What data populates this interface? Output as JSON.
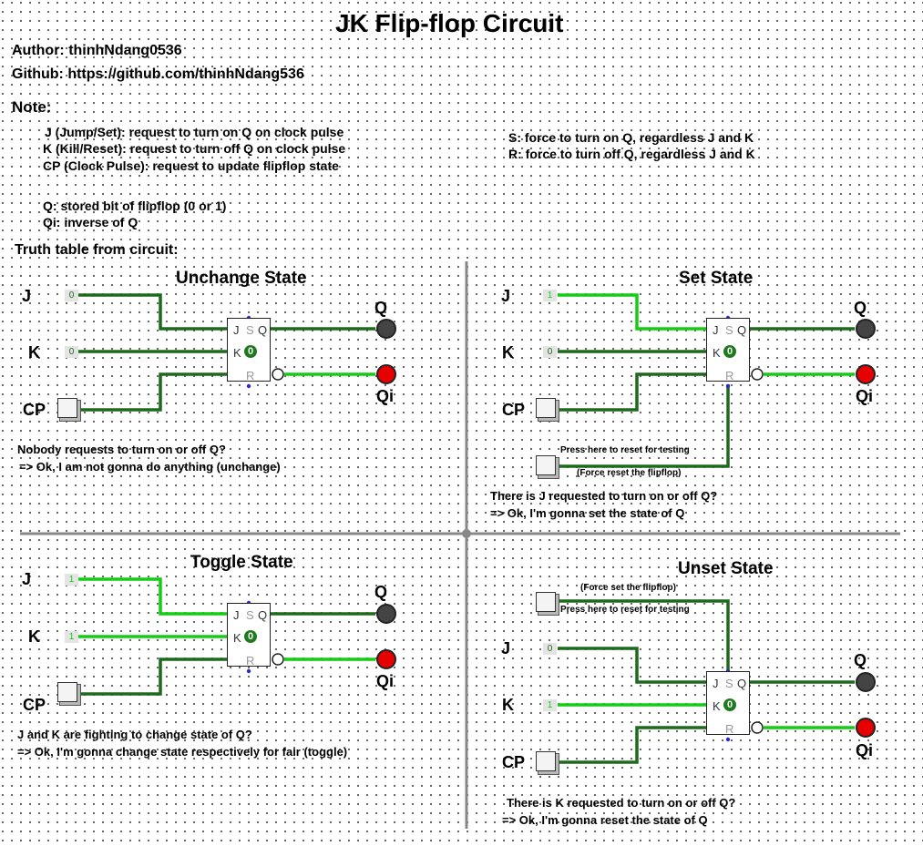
{
  "title": "JK Flip-flop Circuit",
  "author": "Author: thinhNdang0536",
  "github": "Github: https://github.com/thinhNdang536",
  "note_label": "Note:",
  "notes_left": [
    "J (Jump/Set): request to turn on Q on clock pulse",
    "K (Kill/Reset): request to turn off Q on clock pulse",
    "CP (Clock Pulse): request to update flipflop state"
  ],
  "notes_q": [
    "Q: stored bit of flipflop (0 or 1)",
    "Qi: inverse of Q"
  ],
  "notes_right": [
    "S: force to turn on Q, regardless J and K",
    "R: force to turn off Q, regardless J and K"
  ],
  "truth_table_label": "Truth table from circuit:",
  "pins": {
    "J": "J",
    "K": "K",
    "CP": "CP",
    "Q": "Q",
    "Qi": "Qi",
    "S": "S",
    "R": "R"
  },
  "colors": {
    "wire_off": "#1d6a1d",
    "wire_on": "#14cc14",
    "led_on": "#e60000",
    "led_off": "#444444",
    "grid": "#888888"
  },
  "panels": [
    {
      "title": "Unchange State",
      "J": "0",
      "K": "0",
      "Q": "0",
      "caption": [
        "Nobody requests to turn on or off Q?",
        " => Ok, I am not gonna do anything (unchange)"
      ]
    },
    {
      "title": "Set State",
      "J": "1",
      "K": "0",
      "Q": "0",
      "reset_button": "Press here to reset for testing",
      "reset_note": "(Force reset the flipflop)",
      "caption": [
        "There is J requested to turn on or off Q?",
        " => Ok, I'm gonna set the state of Q"
      ]
    },
    {
      "title": "Toggle State",
      "J": "1",
      "K": "1",
      "Q": "0",
      "caption": [
        "J and K are fighting to change state of Q?",
        " => Ok, I'm gonna change state respectively for fair (toggle)"
      ]
    },
    {
      "title": "Unset State",
      "J": "0",
      "K": "1",
      "Q": "0",
      "set_note": "(Force set the flipflop)",
      "set_button": "Press here to reset for testing",
      "caption": [
        "There is K requested to turn on or off Q?",
        "=> Ok, I'm gonna reset the state of Q"
      ]
    }
  ]
}
